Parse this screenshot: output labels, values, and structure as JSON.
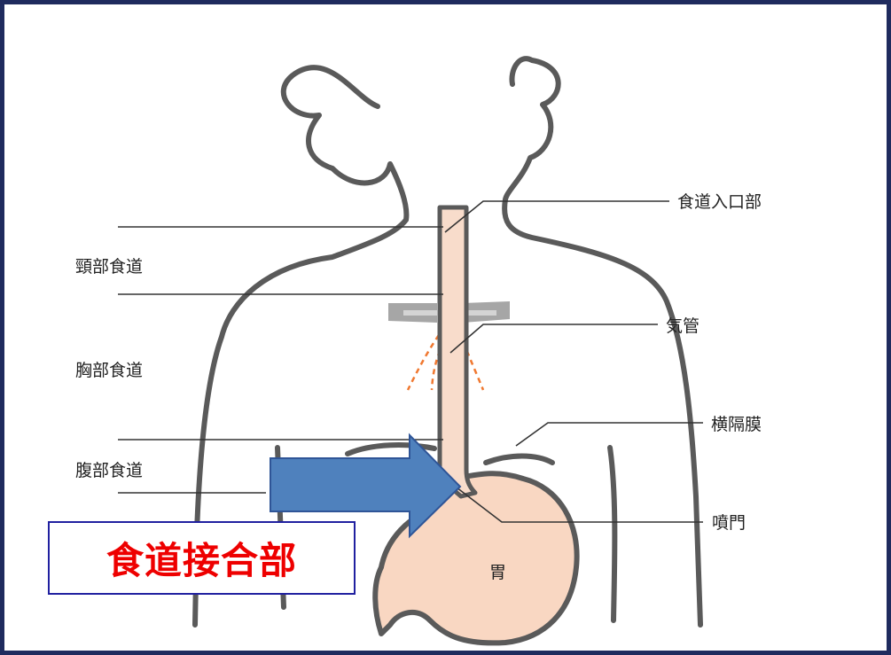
{
  "labels": {
    "esophageal_entrance": "食道入口部",
    "cervical_esophagus": "頸部食道",
    "trachea": "気管",
    "thoracic_esophagus": "胸部食道",
    "diaphragm": "横隔膜",
    "abdominal_esophagus": "腹部食道",
    "cardia": "噴門",
    "stomach": "胃"
  },
  "callout": {
    "text": "食道接合部",
    "text_color": "#ee0000",
    "border_color": "#2020a0"
  },
  "colors": {
    "frame_border": "#1f2b5e",
    "body_outline": "#5a5a5a",
    "esophagus_fill": "#f8dccb",
    "stomach_fill": "#f9d7c2",
    "arrow_fill": "#4f81bd",
    "arrow_stroke": "#2f5597",
    "trachea_gray": "#a6a6a6",
    "nerve_orange": "#f07830"
  }
}
